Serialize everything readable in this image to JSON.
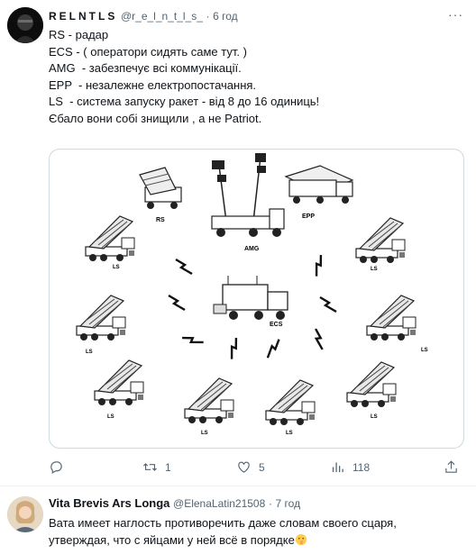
{
  "tweet": {
    "author_name": "RELNTLS",
    "handle": "@r_e_l_n_t_l_s_",
    "separator": "·",
    "time": "6 год",
    "more": "···",
    "lines": [
      "RS - радар",
      "ECS - ( оператори сидять саме тут. )",
      "AMG  - забезпечує всі коммунікації.",
      "EPP  - незалежне електропостачання.",
      "LS  - система запуску ракет - від 8 до 16 одиниць!",
      "",
      "Єбало вони собі знищили , а не Patriot."
    ],
    "media": {
      "labels": {
        "rs": "RS",
        "amg": "AMG",
        "epp": "EPP",
        "ecs": "ECS",
        "ls": "LS"
      }
    },
    "actions": {
      "reply_count": "",
      "retweet_count": "1",
      "like_count": "5",
      "views_count": "118"
    }
  },
  "reply": {
    "author_name": "Vita Brevis Ars Longa",
    "handle": "@ElenaLatin21508",
    "separator": "·",
    "time": "7 год",
    "line1": "Вата имеет наглость противоречить даже словам своего сцаря,",
    "line2": "утверждая, что с яйцами у ней всё в порядке",
    "emoji": "shushing-face-emoji"
  },
  "colors": {
    "text": "#0f1419",
    "muted": "#536471",
    "border": "#cfd9de",
    "divider": "#eff3f4"
  }
}
